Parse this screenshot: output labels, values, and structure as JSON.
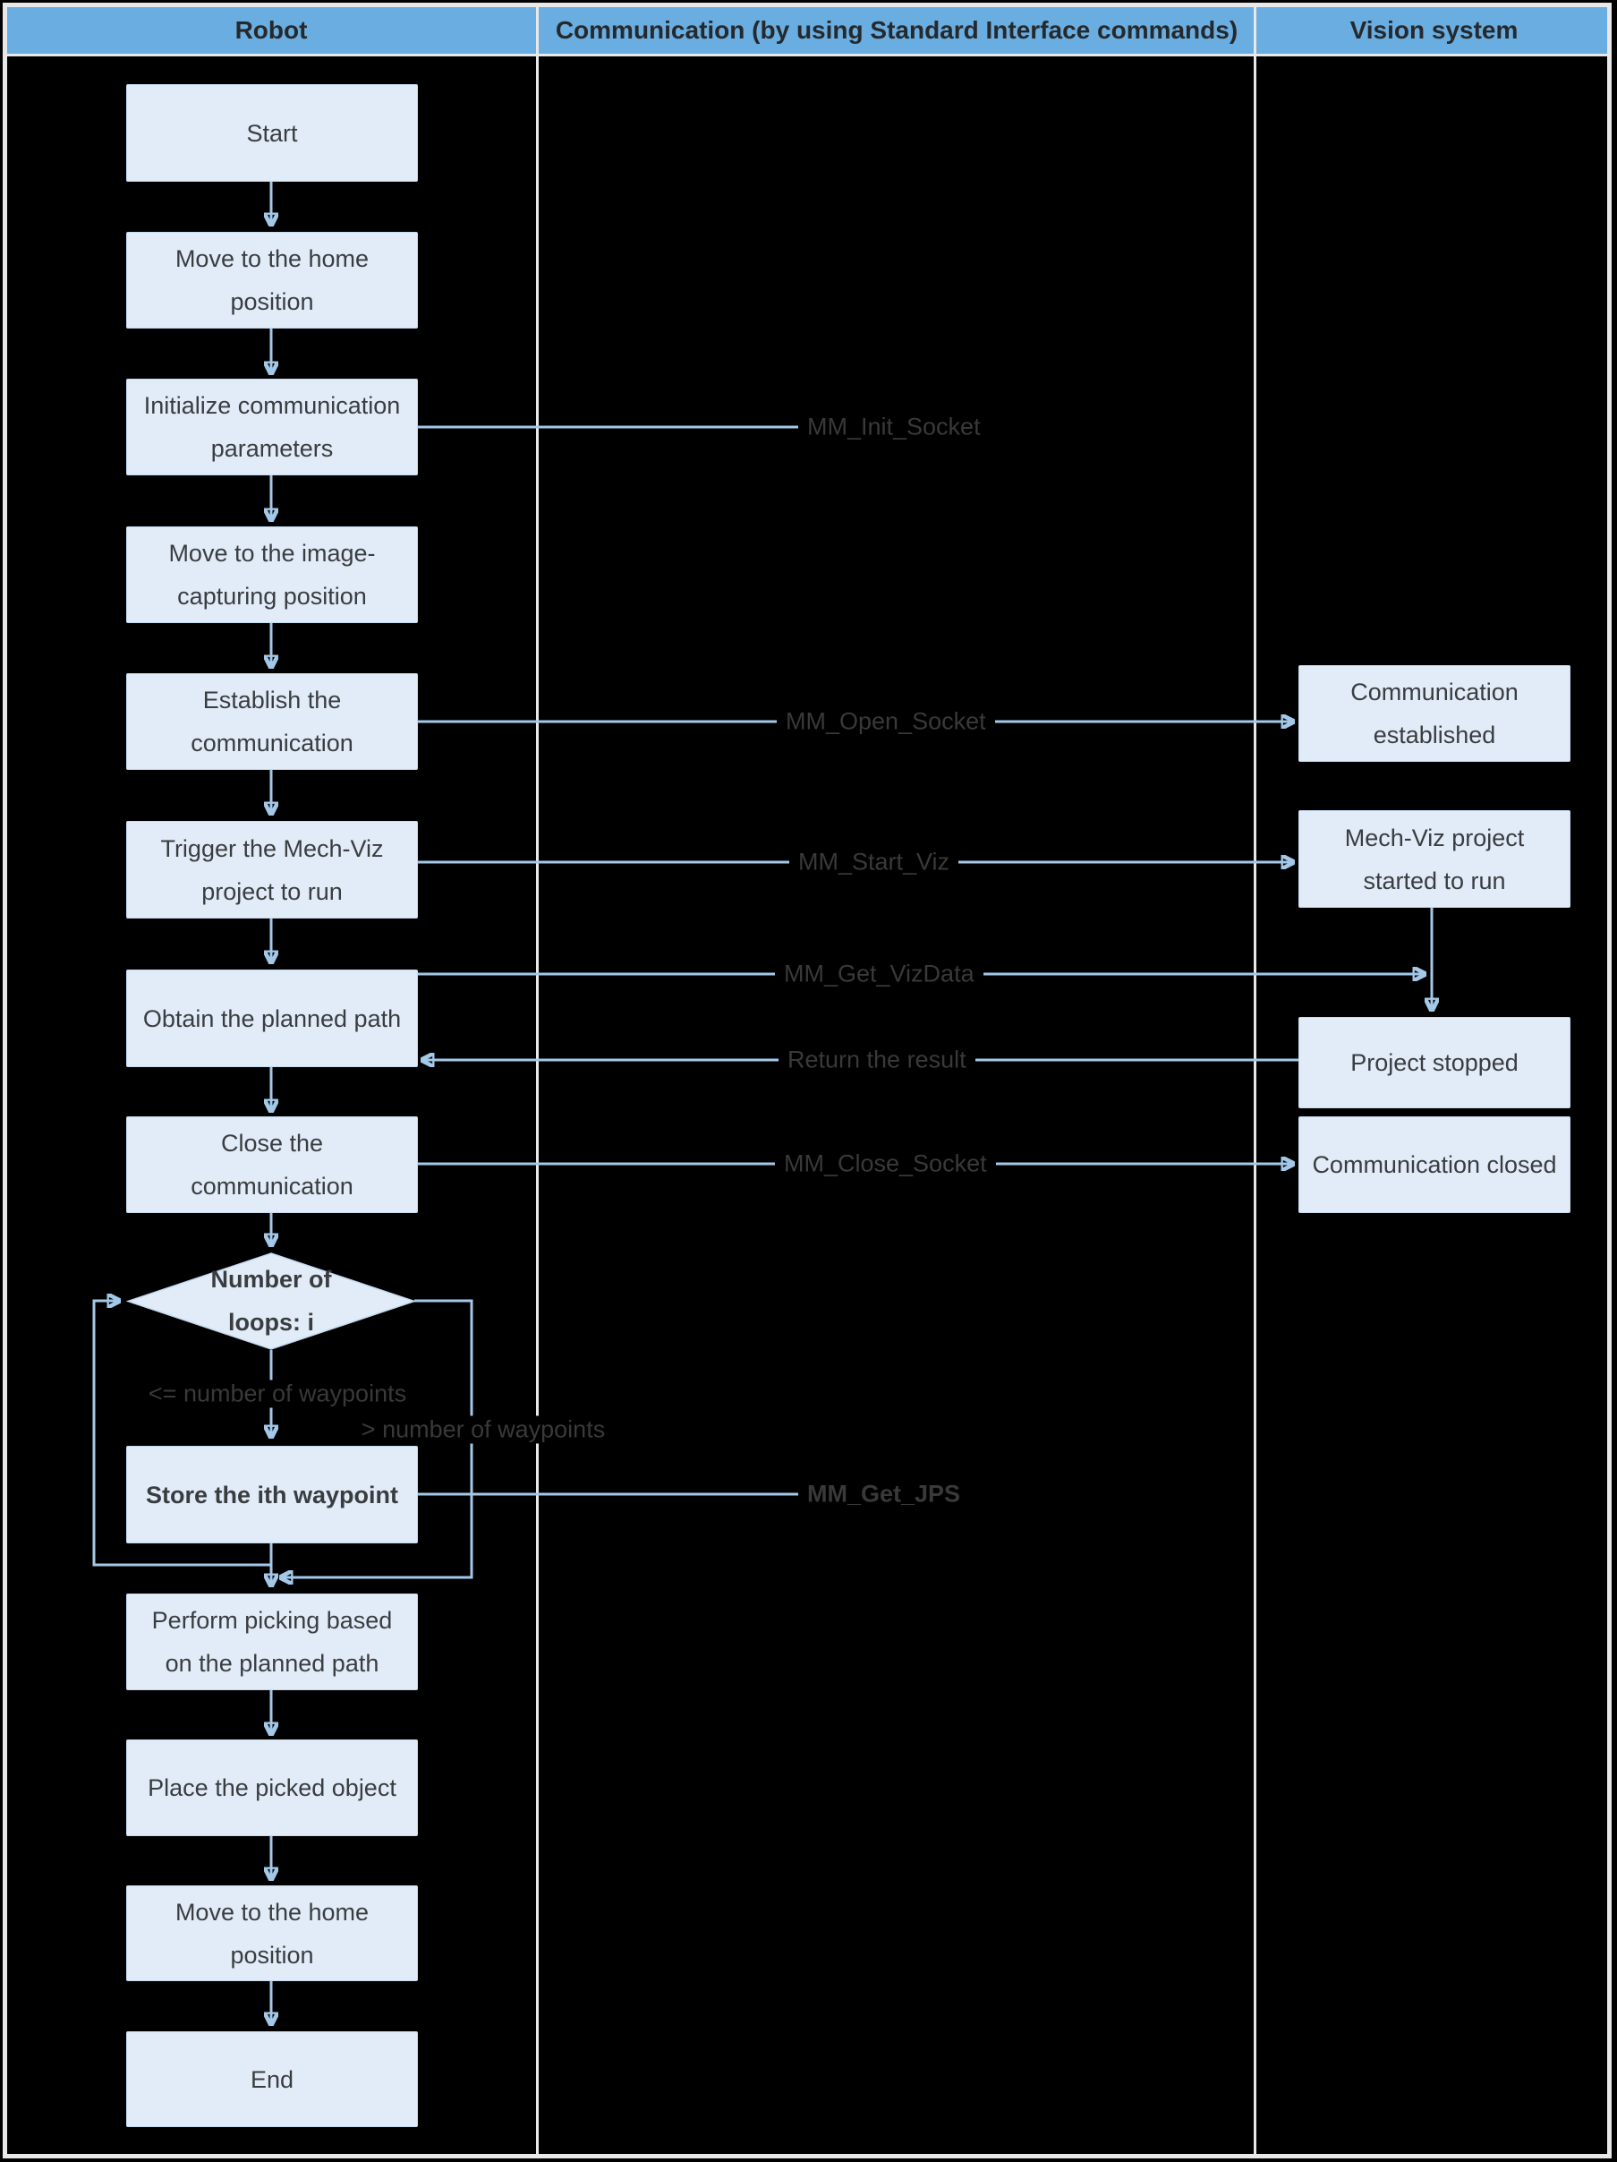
{
  "colors": {
    "bg": "#000000",
    "grid": "#E8E8E8",
    "accent": "#69ADE1",
    "node-fill": "#E1ECF8",
    "node-border": "#C4DBF0",
    "line": "#A3C8E8",
    "ink": "#3A3D40",
    "label-ink": "#393939",
    "header-ink": "#26292C"
  },
  "header": {
    "robot": "Robot",
    "communication": "Communication (by using Standard Interface commands)",
    "vision": "Vision system"
  },
  "nodes": {
    "start": "Start",
    "move_home": "Move to the home position",
    "init_params": "Initialize communication parameters",
    "move_capture": "Move to the image-capturing position",
    "establish": "Establish the communication",
    "trigger": "Trigger the Mech-Viz project to run",
    "obtain": "Obtain the planned path",
    "close": "Close the communication",
    "decision": "Number of loops: i",
    "store": "Store the ith waypoint",
    "perform": "Perform picking based on the planned path",
    "place": "Place the picked object",
    "move_home_2": "Move to the home position",
    "end": "End",
    "comm_established": "Communication established",
    "mechviz_started": "Mech-Viz project started to run",
    "project_stopped": "Project stopped",
    "comm_closed": "Communication closed"
  },
  "commands": {
    "init_socket": "MM_Init_Socket",
    "open_socket": "MM_Open_Socket",
    "start_viz": "MM_Start_Viz",
    "get_vizdata": "MM_Get_VizData",
    "return_result": "Return the result",
    "close_socket": "MM_Close_Socket",
    "get_jps": "MM_Get_JPS"
  },
  "branches": {
    "le": "<= number of waypoints",
    "gt": "> number of waypoints"
  }
}
